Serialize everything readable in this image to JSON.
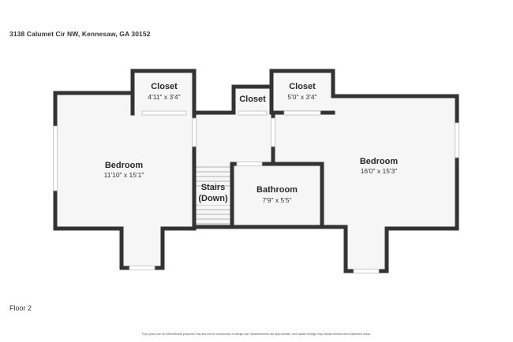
{
  "header": {
    "address": "3138 Calumet Cir NW, Kennesaw, GA 30152"
  },
  "footer": {
    "floor_label": "Floor 2",
    "disclaimer": "Floor plans are for informational purposes only and not for construction or design use. Measurements are approximate, and square footage may include finished and unfinished areas."
  },
  "rooms": {
    "bedroom_left": {
      "name": "Bedroom",
      "dim": "11'10\" x 15'1\""
    },
    "bedroom_right": {
      "name": "Bedroom",
      "dim": "16'0\" x 15'3\""
    },
    "closet_left": {
      "name": "Closet",
      "dim": "4'11\" x 3'4\""
    },
    "closet_middle": {
      "name": "Closet"
    },
    "closet_right": {
      "name": "Closet",
      "dim": "5'0\" x 3'4\""
    },
    "bathroom": {
      "name": "Bathroom",
      "dim": "7'9\" x 5'5\""
    },
    "stairs": {
      "line1": "Stairs",
      "line2": "(Down)"
    }
  },
  "colors": {
    "wall": "#333333",
    "floor": "#f6f6f6",
    "window": "#c8c8c8"
  }
}
